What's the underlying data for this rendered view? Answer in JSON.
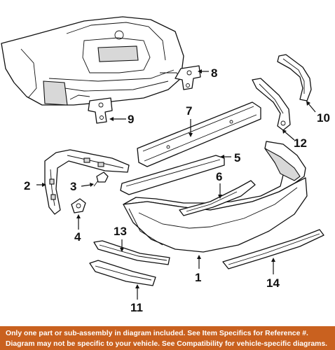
{
  "callouts": [
    {
      "id": "1",
      "text": "1"
    },
    {
      "id": "2",
      "text": "2"
    },
    {
      "id": "3",
      "text": "3"
    },
    {
      "id": "4",
      "text": "4"
    },
    {
      "id": "5",
      "text": "5"
    },
    {
      "id": "6",
      "text": "6"
    },
    {
      "id": "7",
      "text": "7"
    },
    {
      "id": "8",
      "text": "8"
    },
    {
      "id": "9",
      "text": "9"
    },
    {
      "id": "10",
      "text": "10"
    },
    {
      "id": "11",
      "text": "11"
    },
    {
      "id": "12",
      "text": "12"
    },
    {
      "id": "13",
      "text": "13"
    },
    {
      "id": "14",
      "text": "14"
    }
  ],
  "banner": {
    "line1": "Only one part or sub-assembly in diagram included. See Item Specifics for Reference #.",
    "line2": "Diagram may not be specific to your vehicle. See Compatibility for vehicle-specific diagrams.",
    "background": "#c9611f",
    "text_color": "#ffffff"
  }
}
